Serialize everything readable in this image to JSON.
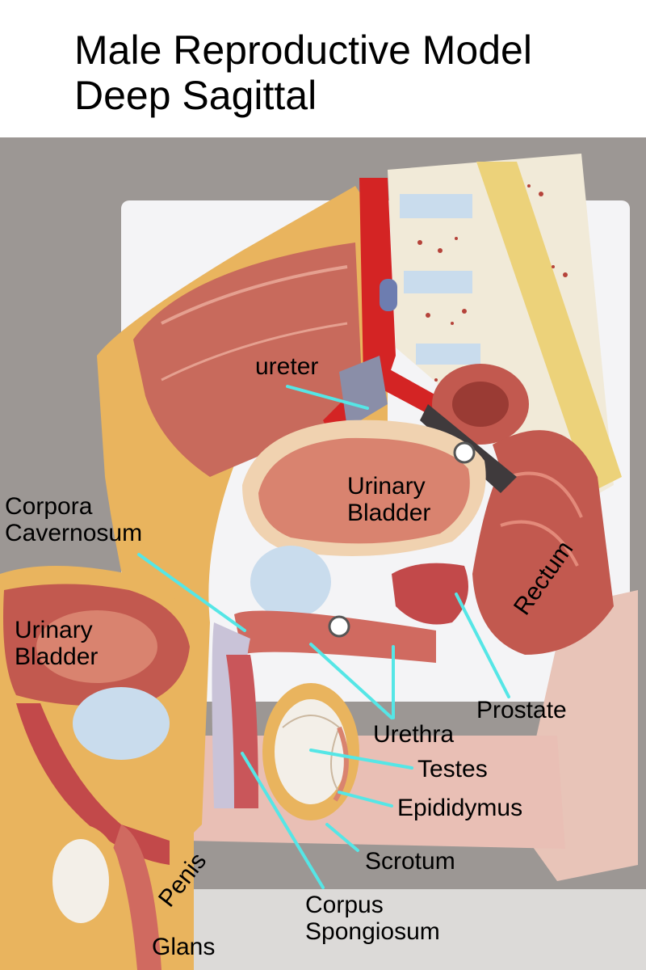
{
  "title": {
    "line1": "Male Reproductive Model",
    "line2": "Deep Sagittal"
  },
  "labels": {
    "ureter": "ureter",
    "urinary_bladder_main_1": "Urinary",
    "urinary_bladder_main_2": "Bladder",
    "corpora_1": "Corpora",
    "corpora_2": "Cavernosum",
    "rectum": "Rectum",
    "urinary_bladder_left_1": "Urinary",
    "urinary_bladder_left_2": "Bladder",
    "prostate": "Prostate",
    "urethra": "Urethra",
    "testes": "Testes",
    "epididymus": "Epididymus",
    "scrotum": "Scrotum",
    "penis": "Penis",
    "corpus_1": "Corpus",
    "corpus_2": "Spongiosum",
    "glans": "Glans"
  },
  "colors": {
    "leader_line": "#55e6e6",
    "muscle": "#c2594f",
    "fat": "#e9b45e",
    "bladder_wall": "#d9836f",
    "bone": "#f3eedc",
    "artery": "#d42424",
    "cartilage": "#c9dced",
    "background_photo": "#9e9a97"
  }
}
